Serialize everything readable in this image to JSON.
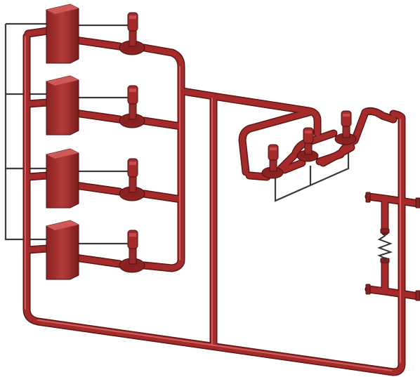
{
  "diagram": {
    "description_visible_text": "",
    "components": {
      "heat_exchangers": 4,
      "circulation_pumps": 4,
      "branch_pumps": 3,
      "flexible_connector": 1,
      "flanged_outlets": 4
    },
    "colors": {
      "pipe": "#a52a2a",
      "pipe_dark": "#5e1515",
      "pipe_light": "#d25a5a",
      "equipment": "#b03636",
      "equipment_dark": "#6e1a1a",
      "control_wire": "#3a3a3a",
      "spring": "#444444"
    }
  }
}
